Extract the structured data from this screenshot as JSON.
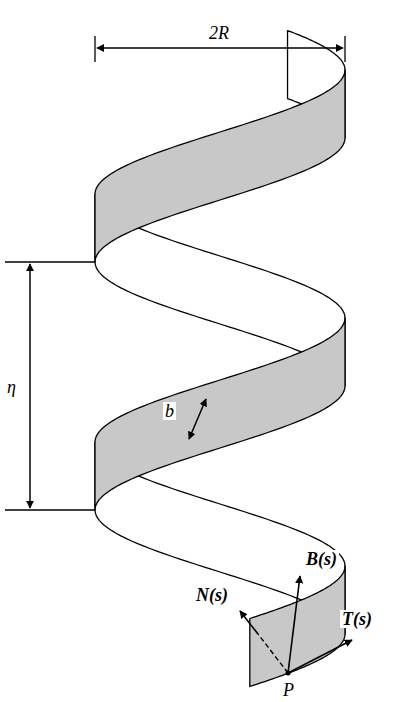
{
  "diagram": {
    "labels": [
      "2R",
      "b",
      "η",
      "B(s)",
      "N(s)",
      "T(s)",
      "P"
    ]
  }
}
